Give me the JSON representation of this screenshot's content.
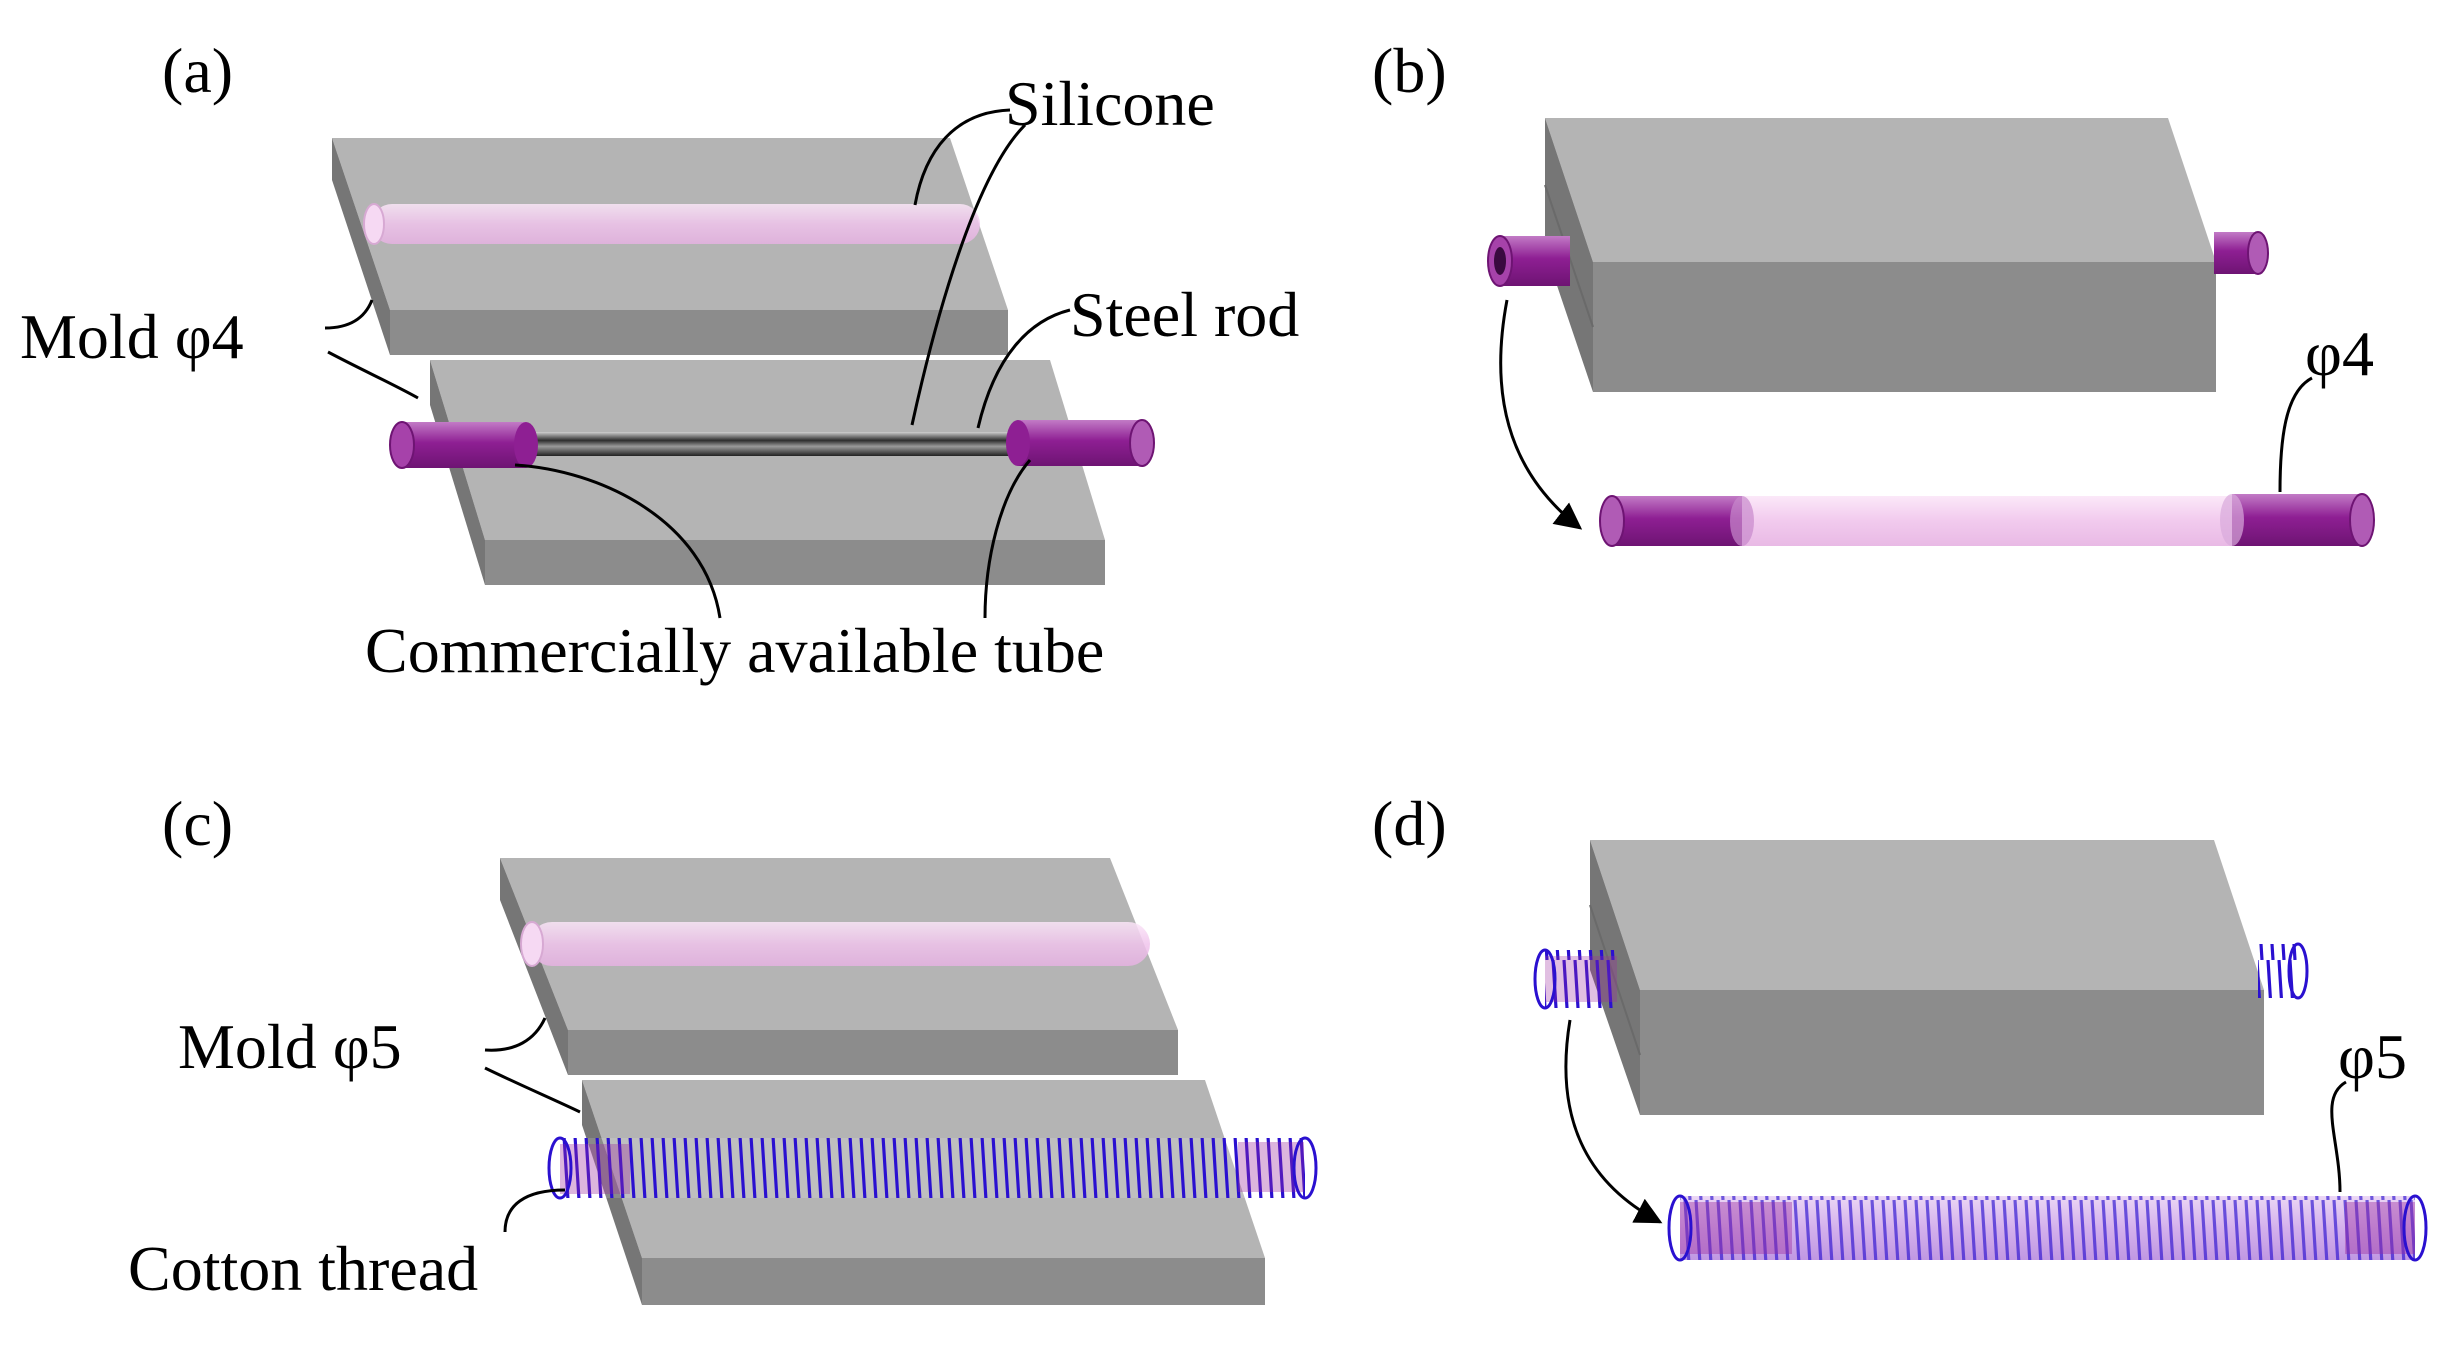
{
  "panels": {
    "a": {
      "tag": "(a)",
      "silicone": "Silicone",
      "mold": "Mold φ4",
      "steel_rod": "Steel rod",
      "tube": "Commercially available tube"
    },
    "b": {
      "tag": "(b)",
      "diameter": "φ4"
    },
    "c": {
      "tag": "(c)",
      "mold": "Mold φ5",
      "thread": "Cotton thread"
    },
    "d": {
      "tag": "(d)",
      "diameter": "φ5"
    }
  },
  "colors": {
    "mold_top": "#b2b2b2",
    "mold_front": "#8a8a8a",
    "mold_side": "#7a7a7a",
    "silicone": "#f0c8ec",
    "tube": "#9a2a9e",
    "coil": "#2a1ad8",
    "steel": "#3a3a3a"
  }
}
